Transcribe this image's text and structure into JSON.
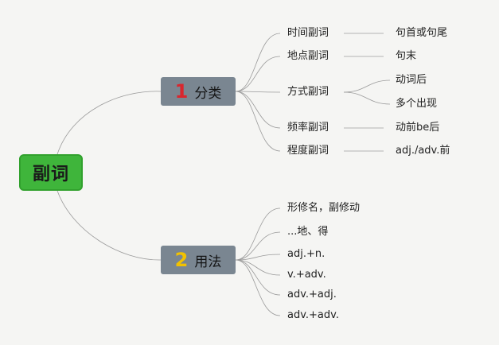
{
  "root": {
    "label": "副词"
  },
  "branches": [
    {
      "number": "1",
      "label": "分类"
    },
    {
      "number": "2",
      "label": "用法"
    }
  ],
  "categories": [
    {
      "label": "时间副词",
      "details": [
        "句首或句尾"
      ]
    },
    {
      "label": "地点副词",
      "details": [
        "句末"
      ]
    },
    {
      "label": "方式副词",
      "details": [
        "动词后",
        "多个出现"
      ]
    },
    {
      "label": "频率副词",
      "details": [
        "动前be后"
      ]
    },
    {
      "label": "程度副词",
      "details": [
        "adj./adv.前"
      ]
    }
  ],
  "usages": [
    "形修名，副修动",
    "...地、得",
    "adj.+n.",
    "v.+adv.",
    "adv.+adj.",
    "adv.+adv."
  ],
  "colors": {
    "root_fill": "#3fb53b",
    "branch_fill": "#7a8691",
    "number_1": "#d9262e",
    "number_2": "#f2c200"
  }
}
